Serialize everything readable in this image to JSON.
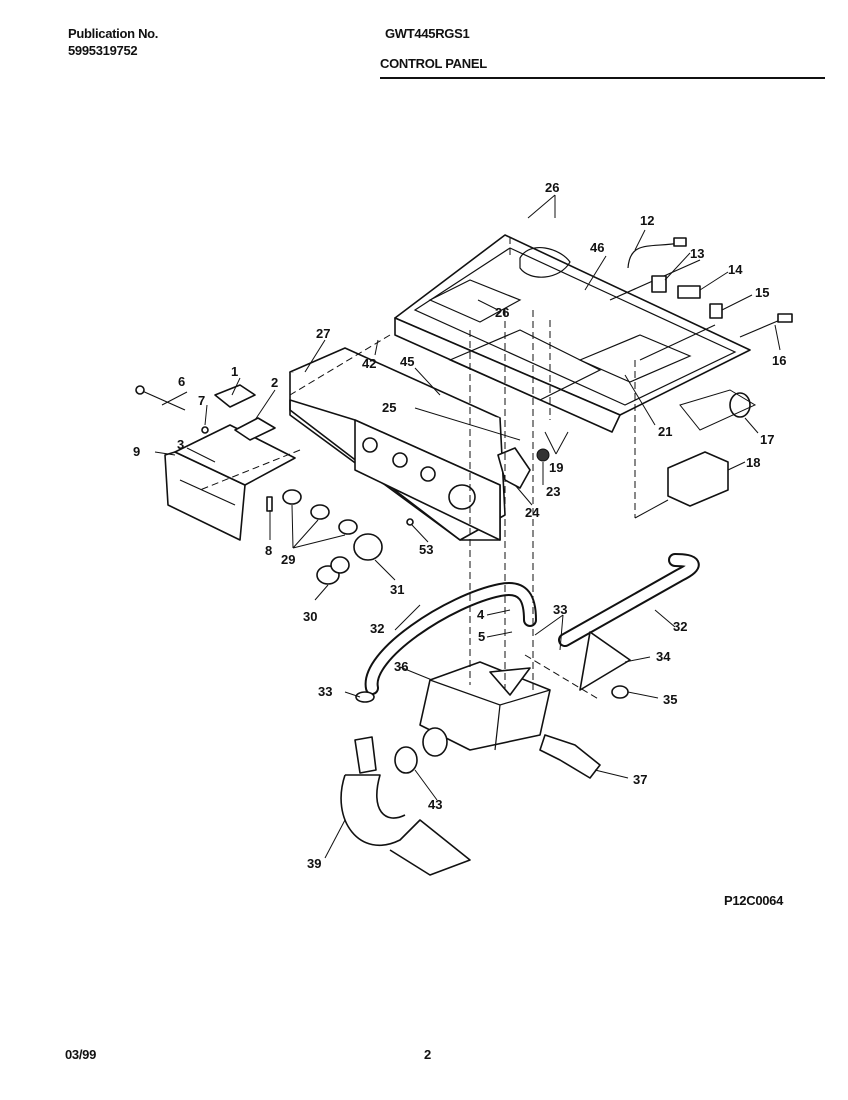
{
  "header": {
    "publication_label": "Publication No.",
    "publication_number": "5995319752",
    "model": "GWT445RGS1",
    "section_title": "CONTROL PANEL"
  },
  "diagram": {
    "code": "P12C0064",
    "callouts": {
      "c1": "1",
      "c2": "2",
      "c3": "3",
      "c4": "4",
      "c5": "5",
      "c6": "6",
      "c7": "7",
      "c8": "8",
      "c9": "9",
      "c12": "12",
      "c13": "13",
      "c14": "14",
      "c15": "15",
      "c16": "16",
      "c17": "17",
      "c18": "18",
      "c19": "19",
      "c21": "21",
      "c23": "23",
      "c24": "24",
      "c25": "25",
      "c26a": "26",
      "c26b": "26",
      "c27": "27",
      "c29": "29",
      "c30": "30",
      "c31": "31",
      "c32a": "32",
      "c32b": "32",
      "c33a": "33",
      "c33b": "33",
      "c34": "34",
      "c35": "35",
      "c36": "36",
      "c37": "37",
      "c39": "39",
      "c42": "42",
      "c43": "43",
      "c45": "45",
      "c46": "46",
      "c53": "53"
    }
  },
  "footer": {
    "date": "03/99",
    "page": "2"
  }
}
